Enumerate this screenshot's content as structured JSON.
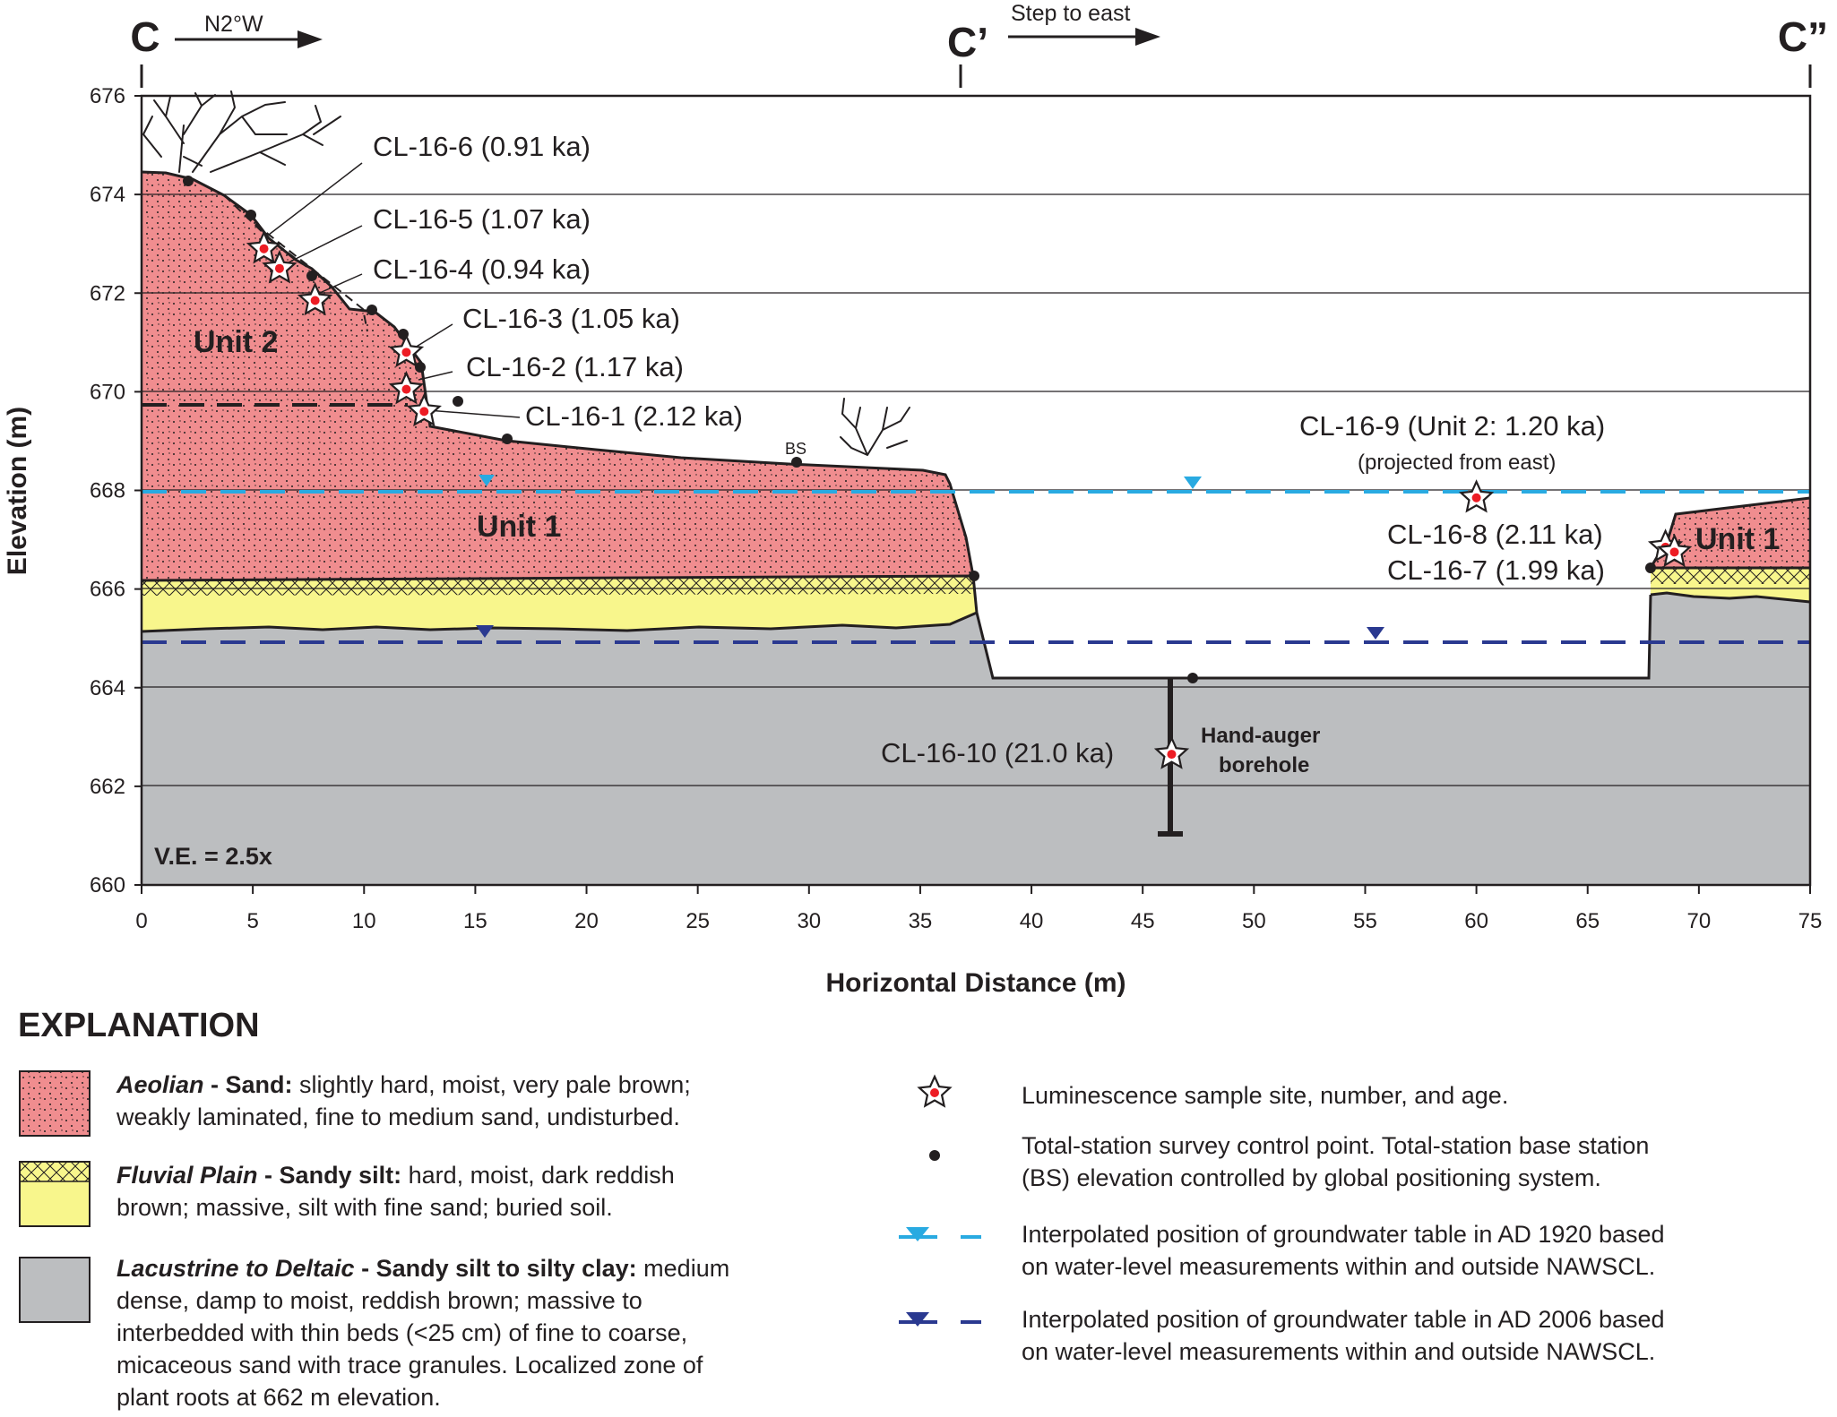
{
  "section": {
    "letters": [
      "C",
      "C’",
      "C”"
    ],
    "direction_1": "N2°W",
    "direction_2": "Step to east"
  },
  "axes": {
    "ylabel": "Elevation (m)",
    "xlabel": "Horizontal Distance (m)",
    "y_ticks": [
      "676",
      "674",
      "672",
      "670",
      "668",
      "666",
      "664",
      "662",
      "660"
    ],
    "x_ticks": [
      "0",
      "5",
      "10",
      "15",
      "20",
      "25",
      "30",
      "35",
      "40",
      "45",
      "50",
      "55",
      "60",
      "65",
      "70",
      "75"
    ],
    "xlim": [
      0,
      75
    ],
    "ylim": [
      660,
      676
    ],
    "grid": "horizontal lines at 2 m intervals"
  },
  "samples": [
    {
      "id": "CL-16-6",
      "label": "CL-16-6 (0.91 ka)",
      "x": 5.5,
      "elev": 672.9
    },
    {
      "id": "CL-16-5",
      "label": "CL-16-5 (1.07 ka)",
      "x": 6.2,
      "elev": 672.5
    },
    {
      "id": "CL-16-4",
      "label": "CL-16-4 (0.94 ka)",
      "x": 7.8,
      "elev": 671.85
    },
    {
      "id": "CL-16-3",
      "label": "CL-16-3 (1.05 ka)",
      "x": 11.9,
      "elev": 670.8
    },
    {
      "id": "CL-16-2",
      "label": "CL-16-2 (1.17 ka)",
      "x": 11.9,
      "elev": 670.05
    },
    {
      "id": "CL-16-1",
      "label": "CL-16-1 (2.12 ka)",
      "x": 12.7,
      "elev": 669.6
    },
    {
      "id": "CL-16-9",
      "label": "CL-16-9 (Unit 2: 1.20 ka)",
      "sublabel": "(projected from east)",
      "x": 60,
      "elev": 667.85
    },
    {
      "id": "CL-16-8",
      "label": "CL-16-8 (2.11 ka)",
      "x": 68.5,
      "elev": 666.85
    },
    {
      "id": "CL-16-7",
      "label": "CL-16-7 (1.99 ka)",
      "x": 68.9,
      "elev": 666.75
    },
    {
      "id": "CL-16-10",
      "label": "CL-16-10 (21.0 ka)",
      "x": 46.3,
      "elev": 662.65
    }
  ],
  "unit_labels": {
    "unit2": "Unit 2",
    "unit1_left": "Unit 1",
    "unit1_right": "Unit 1"
  },
  "base_station": "BS",
  "auger": {
    "line1": "Hand-auger",
    "line2": "borehole"
  },
  "vertical_exaggeration": "V.E. = 2.5x",
  "legend": {
    "title": "EXPLANATION",
    "units": [
      {
        "name": "Aeolian",
        "sep": " - ",
        "subtitle": "Sand:",
        "lines": [
          " slightly hard, moist, very pale brown;",
          "weakly laminated, fine to medium sand, undisturbed."
        ],
        "color": "#f08d8f"
      },
      {
        "name": "Fluvial Plain",
        "sep": " - ",
        "subtitle": "Sandy silt:",
        "lines": [
          " hard, moist, dark reddish",
          "brown; massive, silt with fine sand; buried soil."
        ],
        "color": "#f8f68c"
      },
      {
        "name": "Lacustrine to Deltaic",
        "sep": " - ",
        "subtitle": "Sandy silt to silty clay:",
        "lines": [
          " medium",
          "dense, damp to moist, reddish brown; massive to",
          "interbedded with thin beds (<25 cm) of fine to coarse,",
          "micaceous sand with trace granules. Localized zone of",
          "plant roots at 662 m elevation."
        ],
        "color": "#bcbec0"
      }
    ],
    "symbols": [
      {
        "icon": "star-marker",
        "lines": [
          "Luminescence sample site, number, and age."
        ]
      },
      {
        "icon": "survey-point",
        "lines": [
          "Total-station survey control point. Total-station base station",
          "(BS) elevation controlled by global positioning system."
        ]
      },
      {
        "icon": "water-table-1920",
        "color": "#29aae1",
        "lines": [
          "Interpolated position of groundwater table in AD 1920 based",
          "on water-level measurements within and outside NAWSCL."
        ]
      },
      {
        "icon": "water-table-2006",
        "color": "#2a3990",
        "lines": [
          "Interpolated position of groundwater table in AD 2006 based",
          "on water-level measurements within and outside NAWSCL."
        ]
      }
    ]
  },
  "colors": {
    "aeolian": "#f08d8f",
    "fluvial": "#f8f68c",
    "lacustrine": "#bcbec0",
    "wt1920": "#29aae1",
    "wt2006": "#2a3990",
    "marker_dot": "#ed1c24"
  }
}
